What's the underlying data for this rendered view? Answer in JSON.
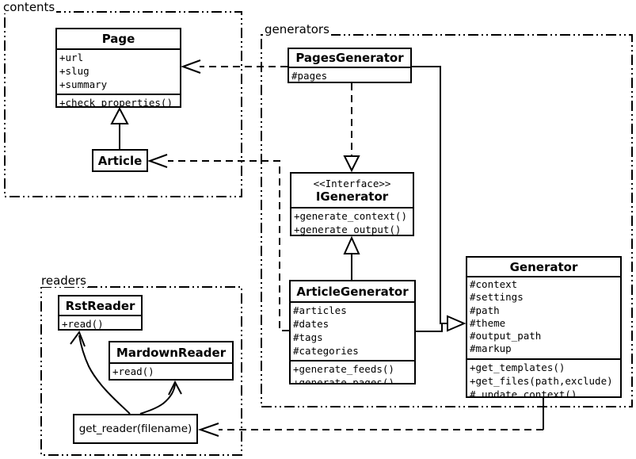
{
  "diagram": {
    "background": "#ffffff",
    "line_color": "#000000"
  },
  "packages": {
    "contents": {
      "label": "contents"
    },
    "generators": {
      "label": "generators"
    },
    "readers": {
      "label": "readers"
    }
  },
  "classes": {
    "page": {
      "title": "Page",
      "attrs": [
        "+url",
        "+slug",
        "+summary"
      ],
      "methods": [
        "+check_properties()"
      ]
    },
    "article": {
      "title": "Article"
    },
    "pages_generator": {
      "title": "PagesGenerator",
      "attrs": [
        "#pages"
      ]
    },
    "igenerator": {
      "stereotype": "<<Interface>>",
      "title": "IGenerator",
      "methods": [
        "+generate_context()",
        "+generate_output()"
      ]
    },
    "article_generator": {
      "title": "ArticleGenerator",
      "attrs": [
        "#articles",
        "#dates",
        "#tags",
        "#categories"
      ],
      "methods": [
        "+generate_feeds()",
        "+generate_pages()"
      ]
    },
    "generator": {
      "title": "Generator",
      "attrs": [
        "#context",
        "#settings",
        "#path",
        "#theme",
        "#output_path",
        "#markup"
      ],
      "methods": [
        "+get_templates()",
        "+get_files(path,exclude)",
        "#_update_context()"
      ]
    },
    "rst_reader": {
      "title": "RstReader",
      "methods": [
        "+read()"
      ]
    },
    "mardown_reader": {
      "title": "MardownReader",
      "methods": [
        "+read()"
      ]
    },
    "get_reader": {
      "label": "get_reader(filename)"
    }
  },
  "relationships": [
    {
      "from": "Article",
      "to": "Page",
      "type": "inheritance",
      "line": "solid",
      "head": "hollow-triangle"
    },
    {
      "from": "PagesGenerator",
      "to": "Page",
      "type": "dependency",
      "line": "dashed",
      "head": "open-arrow"
    },
    {
      "from": "PagesGenerator",
      "to": "IGenerator",
      "type": "realization",
      "line": "dashed",
      "head": "hollow-triangle"
    },
    {
      "from": "ArticleGenerator",
      "to": "IGenerator",
      "type": "inheritance",
      "line": "solid",
      "head": "hollow-triangle"
    },
    {
      "from": "PagesGenerator",
      "to": "Generator",
      "type": "inheritance",
      "line": "solid",
      "head": "hollow-triangle"
    },
    {
      "from": "ArticleGenerator",
      "to": "Generator",
      "type": "inheritance",
      "line": "solid",
      "head": "hollow-triangle"
    },
    {
      "from": "ArticleGenerator",
      "to": "Article",
      "type": "dependency",
      "line": "dashed",
      "head": "open-arrow"
    },
    {
      "from": "Generator",
      "to": "get_reader(filename)",
      "type": "dependency",
      "line": "dashed",
      "head": "open-arrow"
    },
    {
      "from": "get_reader(filename)",
      "to": "RstReader",
      "type": "reference",
      "line": "solid-curve",
      "head": "open-arrow"
    },
    {
      "from": "get_reader(filename)",
      "to": "MardownReader",
      "type": "reference",
      "line": "solid-curve",
      "head": "open-arrow"
    }
  ]
}
